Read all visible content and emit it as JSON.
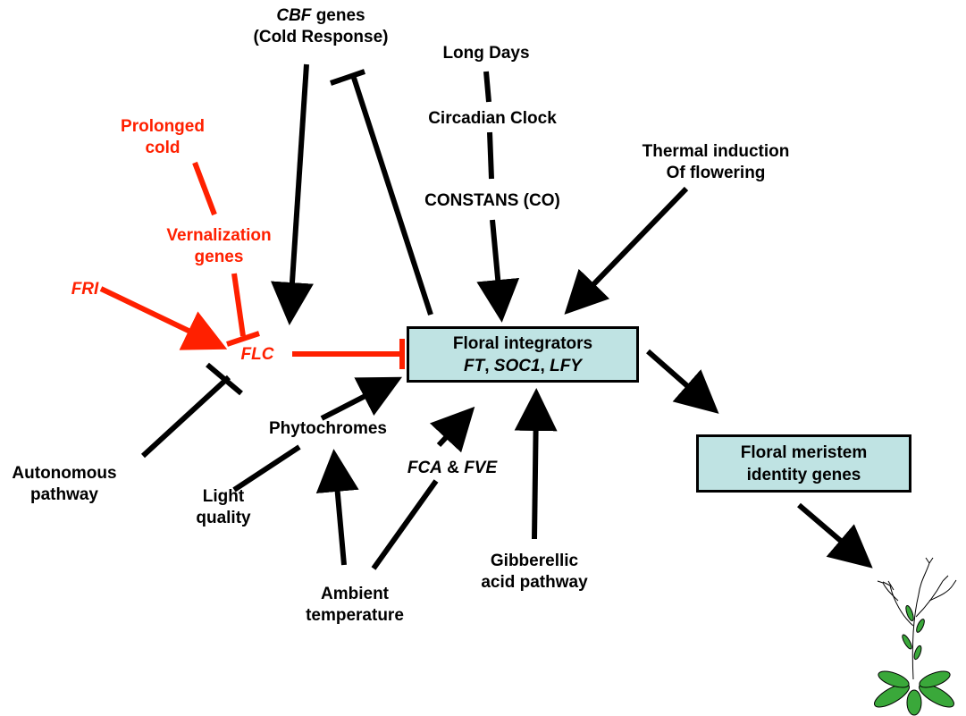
{
  "colors": {
    "black_pathway": "#000000",
    "red_pathway": "#ff2000",
    "box_fill": "#bfe3e3"
  },
  "nodes": {
    "cbf": {
      "gene": "CBF",
      "rest": " genes",
      "line2": "(Cold Response)"
    },
    "long_days": "Long Days",
    "circadian_clock": "Circadian Clock",
    "constans": "CONSTANS (CO)",
    "thermal": {
      "line1": "Thermal induction",
      "line2": "Of flowering"
    },
    "prolonged_cold": {
      "line1": "Prolonged",
      "line2": "cold"
    },
    "vernalization": {
      "line1": "Vernalization",
      "line2": "genes"
    },
    "fri": "FRI",
    "flc": "FLC",
    "phytochromes": "Phytochromes",
    "autonomous": {
      "line1": "Autonomous",
      "line2": "pathway"
    },
    "light_quality": {
      "line1": "Light",
      "line2": "quality"
    },
    "fca_fve": {
      "fca": "FCA",
      "amp": " & ",
      "fve": "FVE"
    },
    "ambient_temp": {
      "line1": "Ambient",
      "line2": "temperature"
    },
    "gibberellic": {
      "line1": "Gibberellic",
      "line2": "acid pathway"
    },
    "floral_integrators": {
      "title": "Floral integrators",
      "ft": "FT",
      "sep1": ", ",
      "soc1": "SOC1",
      "sep2": ", ",
      "lfy": "LFY"
    },
    "meristem": {
      "line1": "Floral meristem",
      "line2": "identity genes"
    }
  },
  "icons": {
    "plant": "arabidopsis-plant-icon"
  }
}
